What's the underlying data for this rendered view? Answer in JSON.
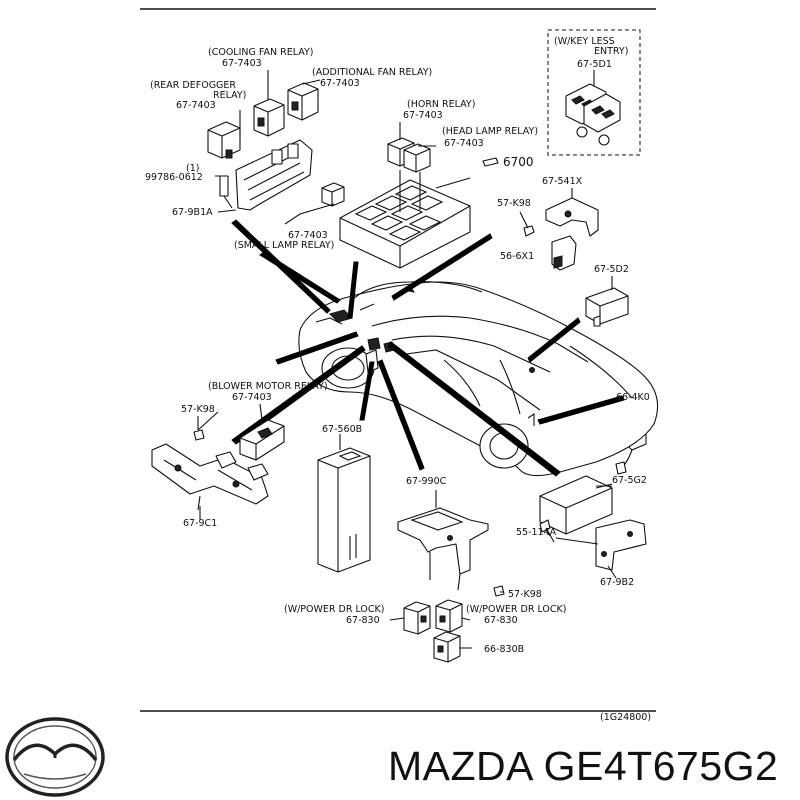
{
  "diagram": {
    "callouts": {
      "cooling_fan_relay_name": "(COOLING FAN RELAY)",
      "cooling_fan_relay_pn": "67-7403",
      "additional_fan_relay_name": "(ADDITIONAL FAN RELAY)",
      "additional_fan_relay_pn": "67-7403",
      "rear_defogger_relay_name_1": "(REAR DEFOGGER",
      "rear_defogger_relay_name_2": "RELAY)",
      "rear_defogger_relay_pn": "67-7403",
      "horn_relay_name": "(HORN RELAY)",
      "horn_relay_pn": "67-7403",
      "head_lamp_relay_name": "(HEAD LAMP RELAY)",
      "head_lamp_relay_pn": "67-7403",
      "qty_1": "(1)",
      "bolt_pn": "99786-0612",
      "bracket_left_pn": "67-9B1A",
      "ref_6700": "6700",
      "small_lamp_relay_pn": "67-7403",
      "small_lamp_relay_name": "(SMALL LAMP RELAY)",
      "keyless_header_1": "(W/KEY LESS",
      "keyless_header_2": "ENTRY)",
      "keyless_pn": "67-5D1",
      "part_541x": "67-541X",
      "part_57k98_top": "57-K98",
      "part_566x1": "56-6X1",
      "part_675d2": "67-5D2",
      "part_664k0": "66-4K0",
      "blower_motor_relay_name": "(BLOWER MOTOR RELAY)",
      "blower_motor_relay_pn": "67-7403",
      "part_57k98_left": "57-K98",
      "part_679c1": "67-9C1",
      "part_67560b": "67-560B",
      "part_67990c": "67-990C",
      "part_675g2": "67-5G2",
      "part_55114a": "55-114A",
      "part_679b2": "67-9B2",
      "part_57k98_bottom": "57-K98",
      "power_dr_lock_left_name": "(W/POWER DR LOCK)",
      "power_dr_lock_left_pn": "67-830",
      "power_dr_lock_right_name": "(W/POWER DR LOCK)",
      "power_dr_lock_right_pn": "67-830",
      "part_66830b": "66-830B"
    },
    "figure_ref": "(1G24800)"
  },
  "caption": {
    "text": "MAZDA GE4T675G2"
  },
  "icons": {
    "brand_logo": "mazda-logo-icon"
  }
}
